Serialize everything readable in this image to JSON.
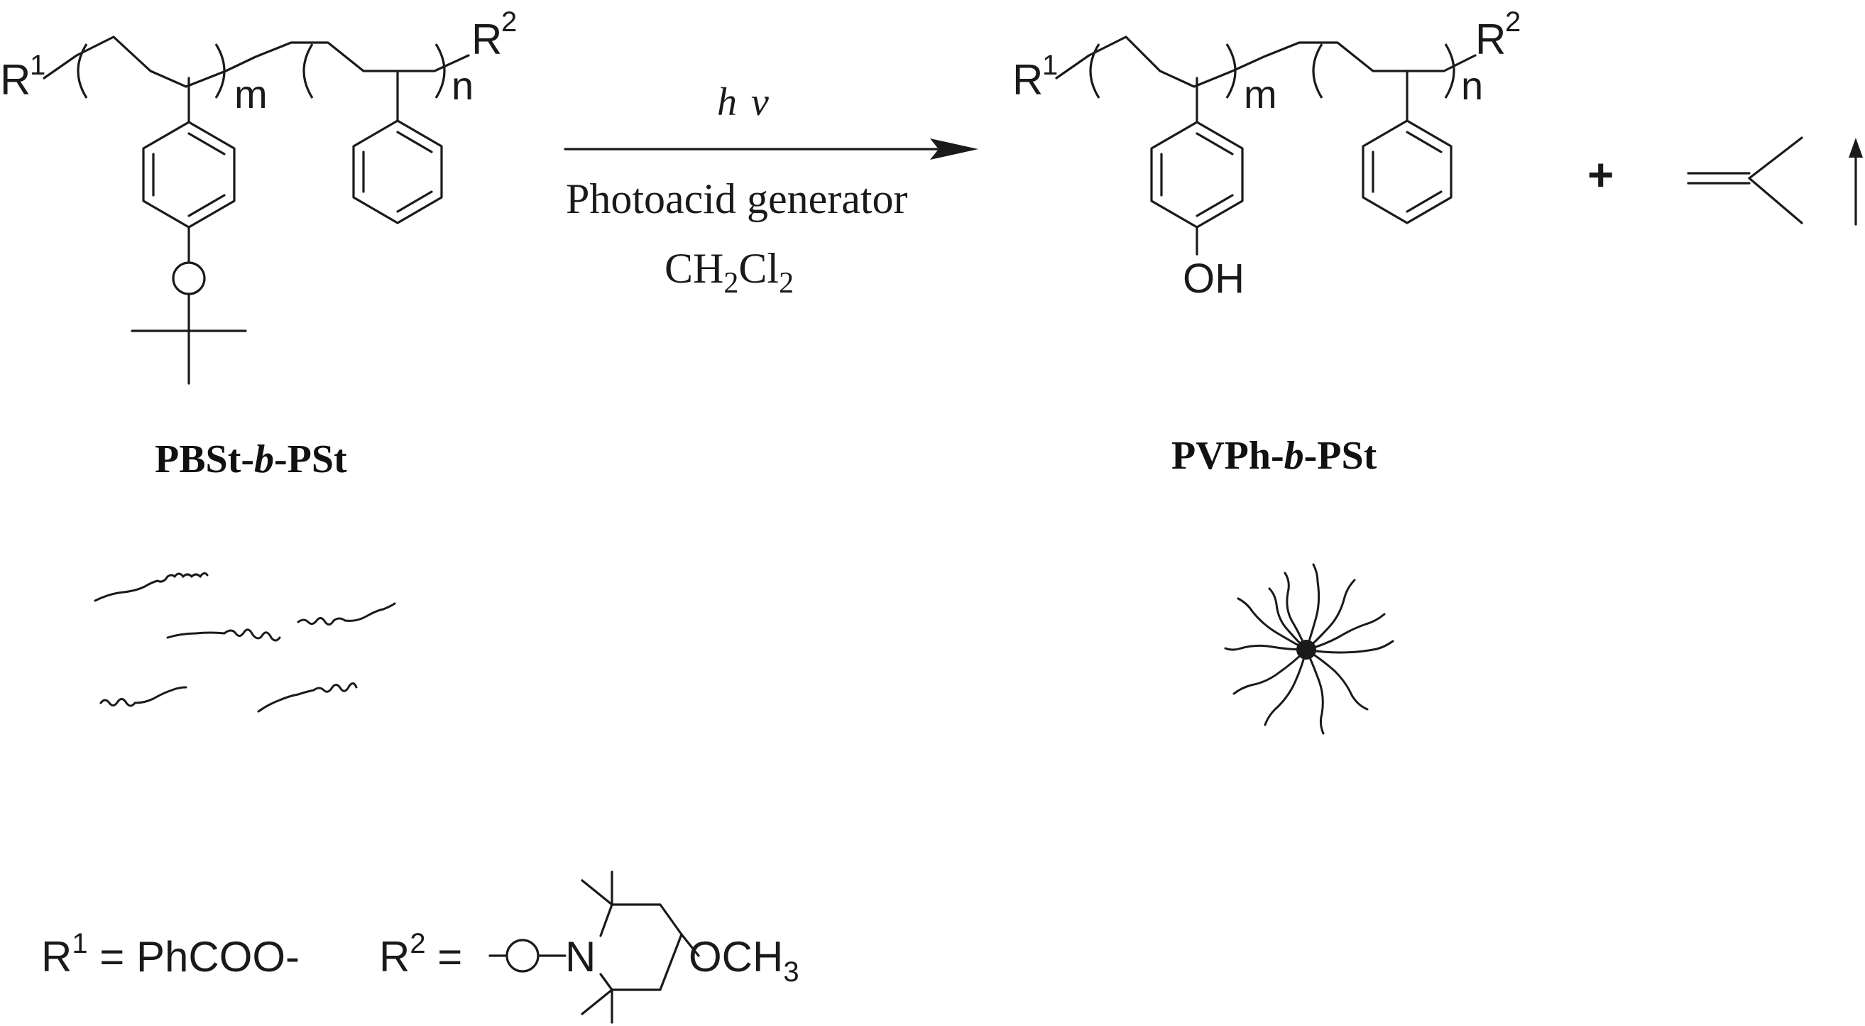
{
  "reactant": {
    "r1": "R",
    "r1_sup": "1",
    "r2": "R",
    "r2_sup": "2",
    "sub_m": "m",
    "sub_n": "n",
    "name_a": "PBSt-",
    "name_b": "b",
    "name_c": "-PSt"
  },
  "product": {
    "r1": "R",
    "r1_sup": "1",
    "r2": "R",
    "r2_sup": "2",
    "sub_m": "m",
    "sub_n": "n",
    "oh": "OH",
    "name_a": "PVPh-",
    "name_b": "b",
    "name_c": "-PSt"
  },
  "arrow": {
    "h": "h",
    "nu": "ν",
    "reagent1": "Photoacid generator",
    "reagent2_a": "CH",
    "reagent2_sub1": "2",
    "reagent2_b": "Cl",
    "reagent2_sub2": "2"
  },
  "byproduct": {
    "plus": "+"
  },
  "definitions": {
    "r1_a": "R",
    "r1_sup": "1",
    "r1_b": " = PhCOO-",
    "r2_a": "R",
    "r2_sup": "2",
    "r2_b": " = ",
    "o": "O",
    "n": "N",
    "och3_a": "OCH",
    "och3_sub": "3"
  }
}
